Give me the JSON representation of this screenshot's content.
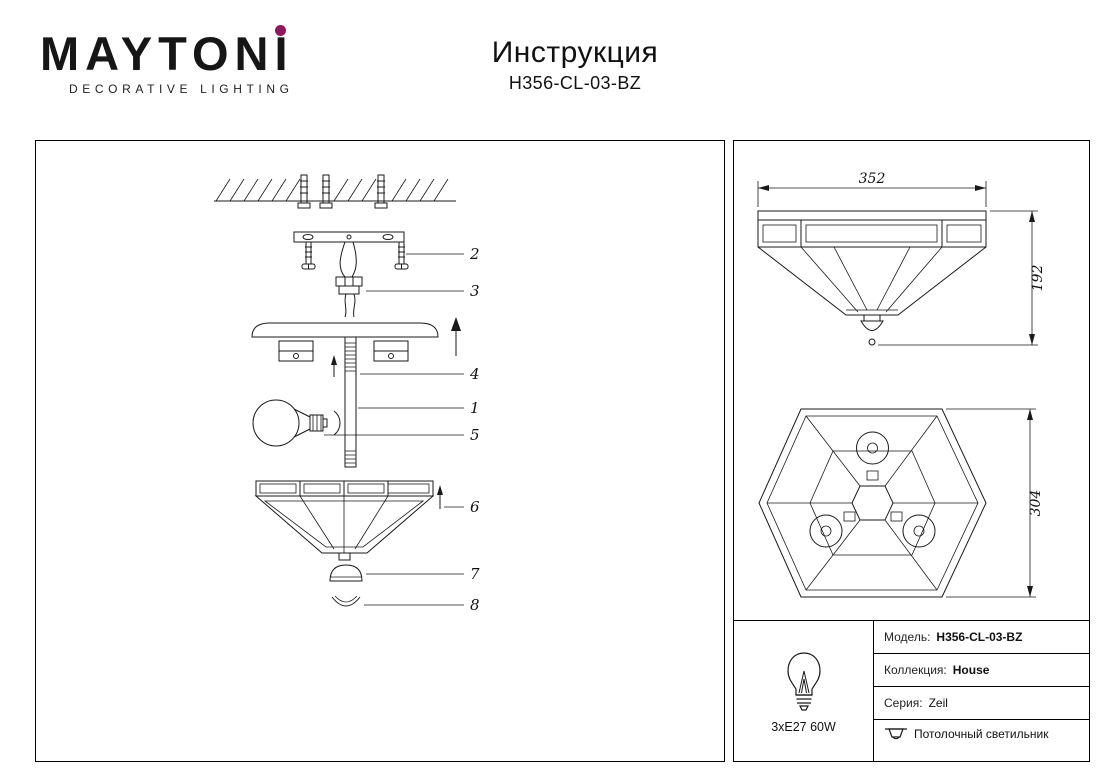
{
  "accent_color": "#8d195f",
  "header": {
    "brand": "MAYTONI",
    "tagline": "DECORATIVE LIGHTING",
    "title": "Инструкция",
    "model": "H356-CL-03-BZ"
  },
  "assembly": {
    "labels": [
      "2",
      "3",
      "4",
      "1",
      "5",
      "6",
      "7",
      "8"
    ]
  },
  "dimensions": {
    "width": "352",
    "height": "192",
    "height_plan": "304"
  },
  "specs": {
    "bulb": "3xE27 60W",
    "rows": {
      "model_label": "Модель:",
      "model_value": "H356-CL-03-BZ",
      "collection_label": "Коллекция:",
      "collection_value": "House",
      "series_label": "Серия:",
      "series_value": "Zeil",
      "type_value": "Потолочный светильник"
    }
  }
}
